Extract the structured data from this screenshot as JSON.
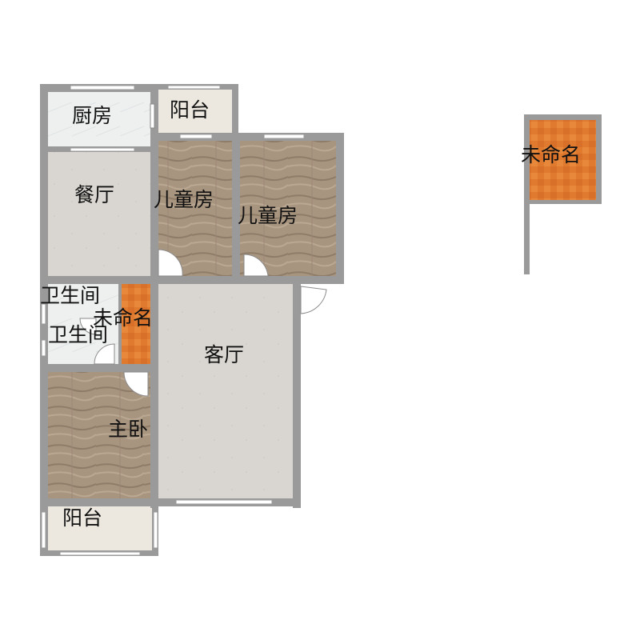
{
  "rooms": {
    "kitchen": "厨房",
    "balcony_top": "阳台",
    "dining": "餐厅",
    "kids_room_1": "儿童房",
    "kids_room_2": "儿童房",
    "bathroom_1": "卫生间",
    "bathroom_2": "卫生间",
    "unnamed_small": "未命名",
    "living": "客厅",
    "master_bedroom": "主卧",
    "balcony_bottom": "阳台",
    "unnamed_detached": "未命名"
  },
  "colors": {
    "wall": "#9a9a9a",
    "wood_floor": "#a89580",
    "tile_floor": "#d9d6d1",
    "orange_floor": "#e07a2e",
    "kitchen_floor": "#eef0f0",
    "balcony_floor": "#ece8df",
    "window": "#ffffff"
  }
}
